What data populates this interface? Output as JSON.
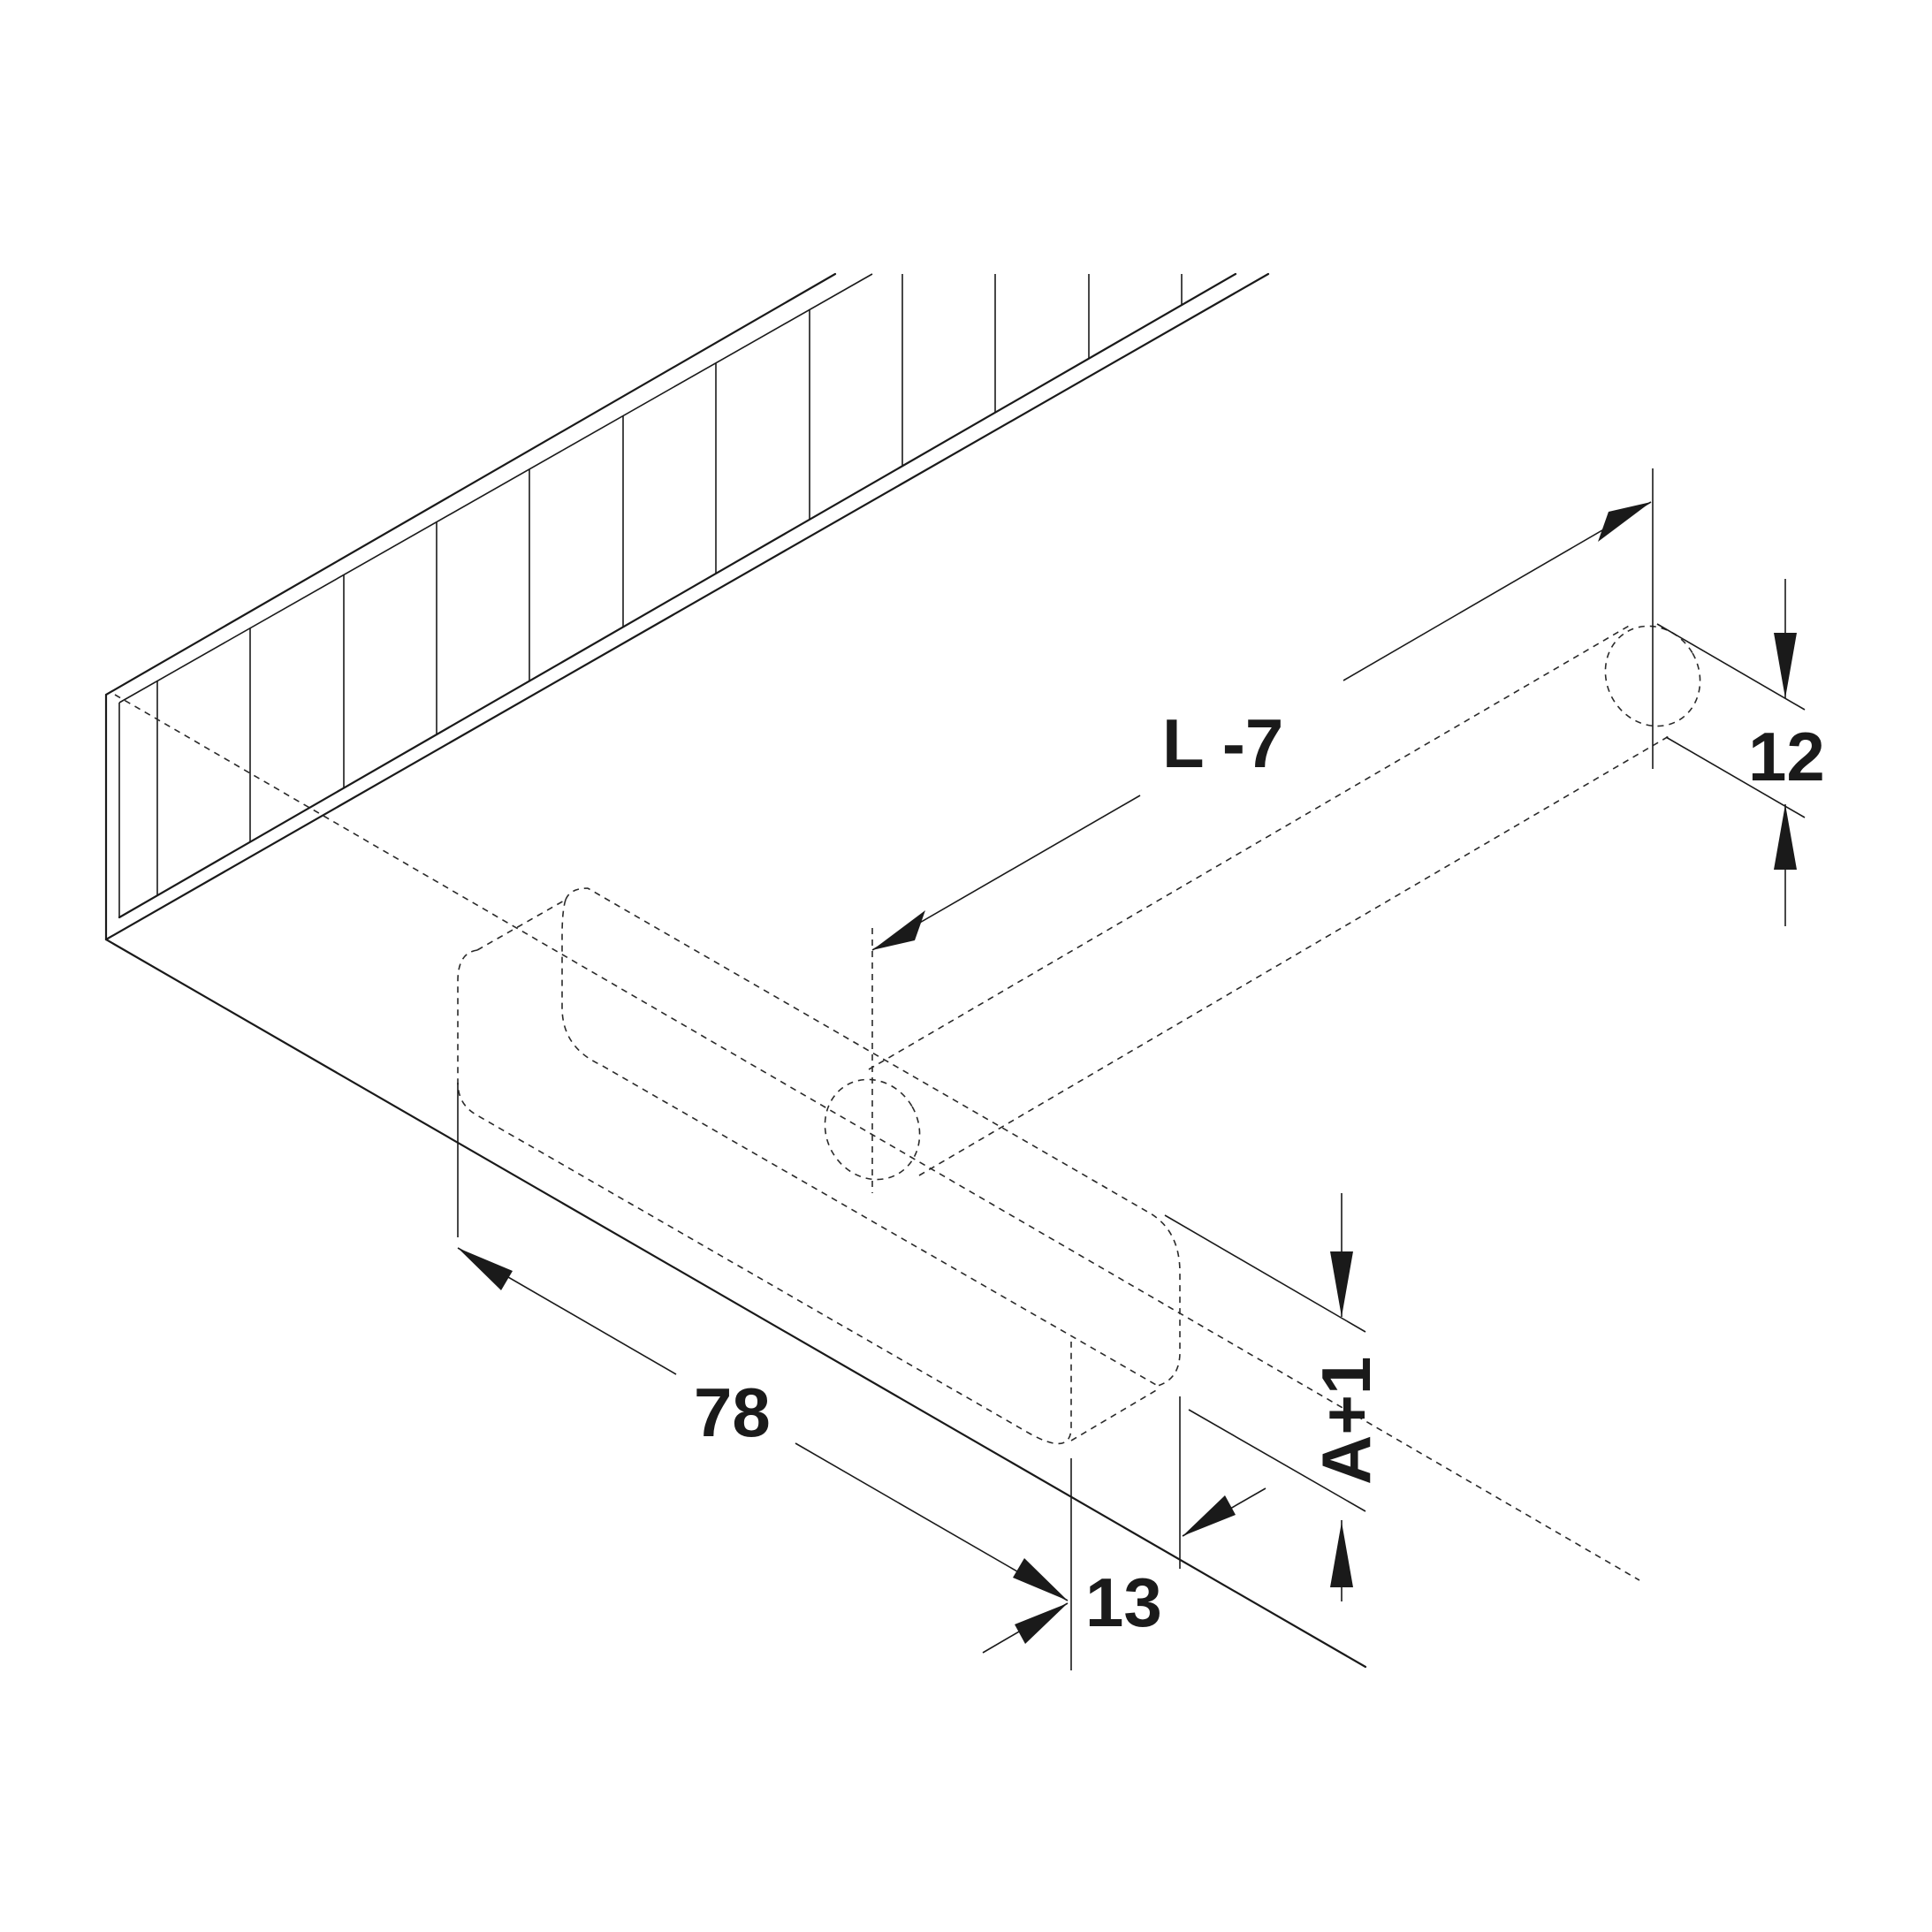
{
  "dimensions": {
    "length": "L -7",
    "diameter": "12",
    "slot_length": "78",
    "slot_width": "13",
    "depth": "A+1"
  },
  "colors": {
    "line": "#1a1a1a",
    "background": "#ffffff"
  }
}
